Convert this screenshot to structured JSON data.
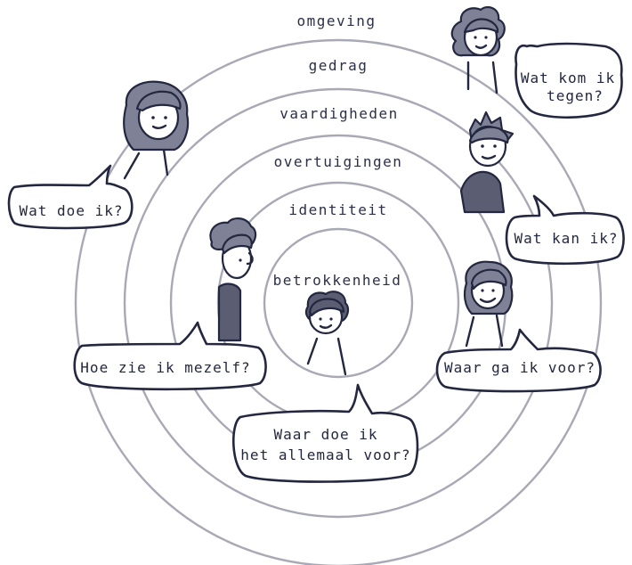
{
  "colors": {
    "ink": "#23273f",
    "ring": "#a9a9b6",
    "hair": "#7f8196",
    "shirt": "#5b5d73",
    "background": "#ffffff"
  },
  "layers": [
    {
      "id": "omgeving",
      "label": "omgeving"
    },
    {
      "id": "gedrag",
      "label": "gedrag"
    },
    {
      "id": "vaardigheden",
      "label": "vaardigheden"
    },
    {
      "id": "overtuigingen",
      "label": "overtuigingen"
    },
    {
      "id": "identiteit",
      "label": "identiteit"
    },
    {
      "id": "betrokkenheid",
      "label": "betrokkenheid"
    }
  ],
  "questions": {
    "omgeving": [
      "Wat kom ik",
      "tegen?"
    ],
    "gedrag": [
      "Wat doe ik?"
    ],
    "vaardigheden": [
      "Wat kan ik?"
    ],
    "overtuigingen": [
      "Waar ga ik voor?"
    ],
    "identiteit": [
      "Hoe zie ik mezelf?"
    ],
    "betrokkenheid": [
      "Waar doe ik",
      "het allemaal voor?"
    ]
  },
  "figures": [
    {
      "name": "person-top-right",
      "icon": "person-curly-hair"
    },
    {
      "name": "person-left",
      "icon": "person-long-hair"
    },
    {
      "name": "person-right-upper",
      "icon": "person-spiky-hair"
    },
    {
      "name": "person-center-left",
      "icon": "person-wavy-hair"
    },
    {
      "name": "person-center",
      "icon": "person-short-hair"
    },
    {
      "name": "person-right-lower",
      "icon": "person-bob-hair"
    }
  ]
}
